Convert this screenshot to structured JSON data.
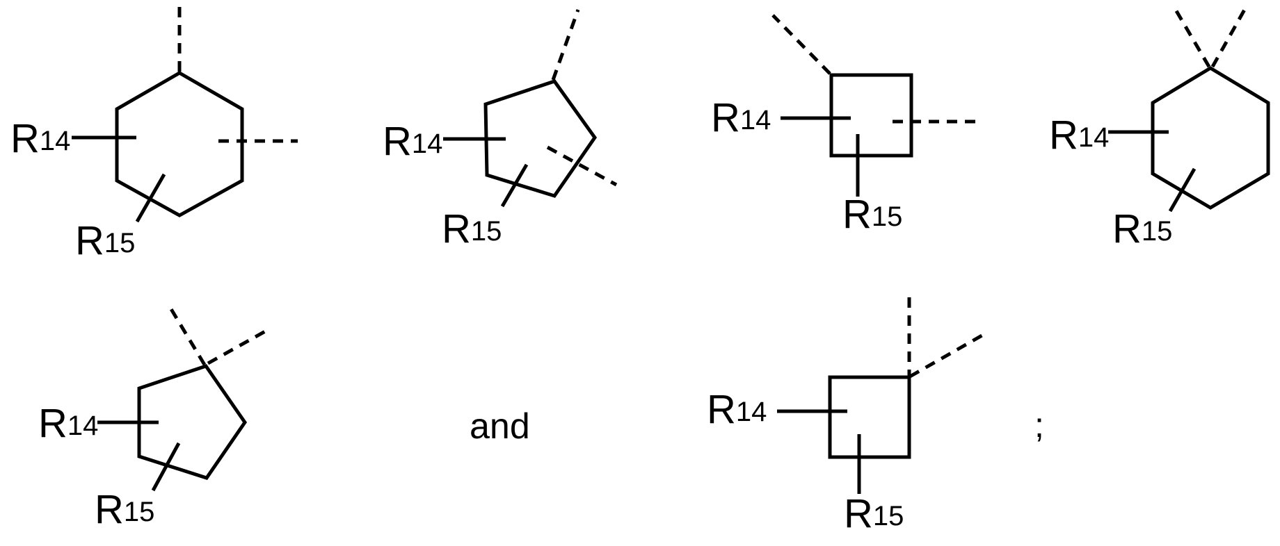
{
  "figure": {
    "kind": "chemical-structure-fragments",
    "background_color": "#ffffff",
    "line_color": "#000000",
    "structures": [
      {
        "ring": "cyclohexane",
        "row": 1,
        "labels": [
          "R14",
          "R15"
        ],
        "dashed_attachments": [
          "top",
          "right"
        ]
      },
      {
        "ring": "cyclopentane",
        "row": 1,
        "labels": [
          "R14",
          "R15"
        ],
        "dashed_attachments": [
          "top-right",
          "lower-right"
        ]
      },
      {
        "ring": "cyclobutane",
        "row": 1,
        "labels": [
          "R14",
          "R15"
        ],
        "dashed_attachments": [
          "top-left",
          "right"
        ]
      },
      {
        "ring": "cyclohexane",
        "row": 1,
        "labels": [
          "R14",
          "R15"
        ],
        "dashed_attachments": [
          "top-left",
          "top-right"
        ]
      },
      {
        "ring": "cyclopentane",
        "row": 2,
        "labels": [
          "R14",
          "R15"
        ],
        "dashed_attachments": [
          "top-left",
          "top-right"
        ]
      },
      {
        "ring": "cyclobutane",
        "row": 2,
        "labels": [
          "R14",
          "R15"
        ],
        "dashed_attachments": [
          "top",
          "top-right"
        ]
      }
    ]
  },
  "atom_labels": {
    "base": "R",
    "sub14": "14",
    "sub15": "15"
  },
  "text": {
    "and": "and",
    "semicolon": ";"
  }
}
